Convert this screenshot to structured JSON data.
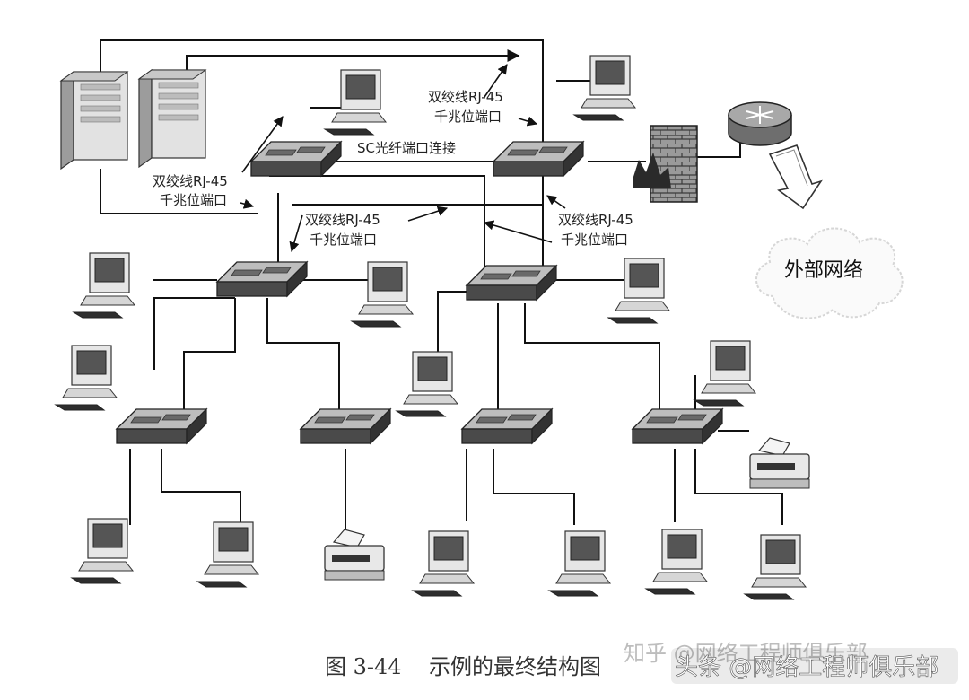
{
  "labels": {
    "twisted_pair_rj45": "双绞线RJ-45",
    "gigabit_port": "千兆位端口",
    "sc_fiber": "SC光纤端口连接",
    "external_network": "外部网络"
  },
  "caption": {
    "number": "图 3-44",
    "title": "示例的最终结构图"
  },
  "watermark": {
    "zhihu": "知乎 @网络工程师俱乐部",
    "toutiao": "头条 @网络工程师俱乐部"
  },
  "icons": {
    "server": "server-icon",
    "switch": "switch-icon",
    "pc": "computer-icon",
    "printer": "printer-icon",
    "firewall": "firewall-icon",
    "router": "router-icon",
    "cloud": "cloud-icon"
  },
  "colors": {
    "line": "#111111",
    "device_dark": "#555555",
    "device_light": "#d9d9d9"
  }
}
